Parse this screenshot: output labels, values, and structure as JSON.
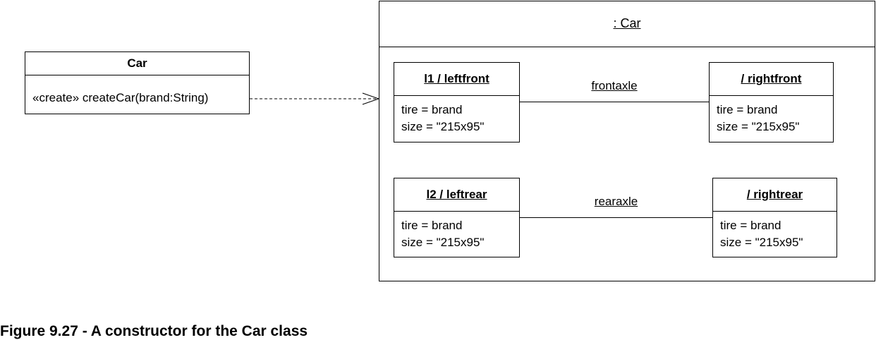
{
  "class_box": {
    "name": "Car",
    "operation": "«create» createCar(brand:String)"
  },
  "instance_frame": {
    "title": ": Car"
  },
  "parts": [
    {
      "name": "l1 / leftfront",
      "attrs": [
        "tire = brand",
        "size = \"215x95\""
      ]
    },
    {
      "name": "/ rightfront",
      "attrs": [
        "tire = brand",
        "size = \"215x95\""
      ]
    },
    {
      "name": "l2 / leftrear",
      "attrs": [
        "tire = brand",
        "size = \"215x95\""
      ]
    },
    {
      "name": "/ rightrear",
      "attrs": [
        "tire = brand",
        "size = \"215x95\""
      ]
    }
  ],
  "connectors": [
    {
      "name": "frontaxle"
    },
    {
      "name": "rearaxle"
    }
  ],
  "caption": "Figure 9.27 - A constructor for the Car class"
}
